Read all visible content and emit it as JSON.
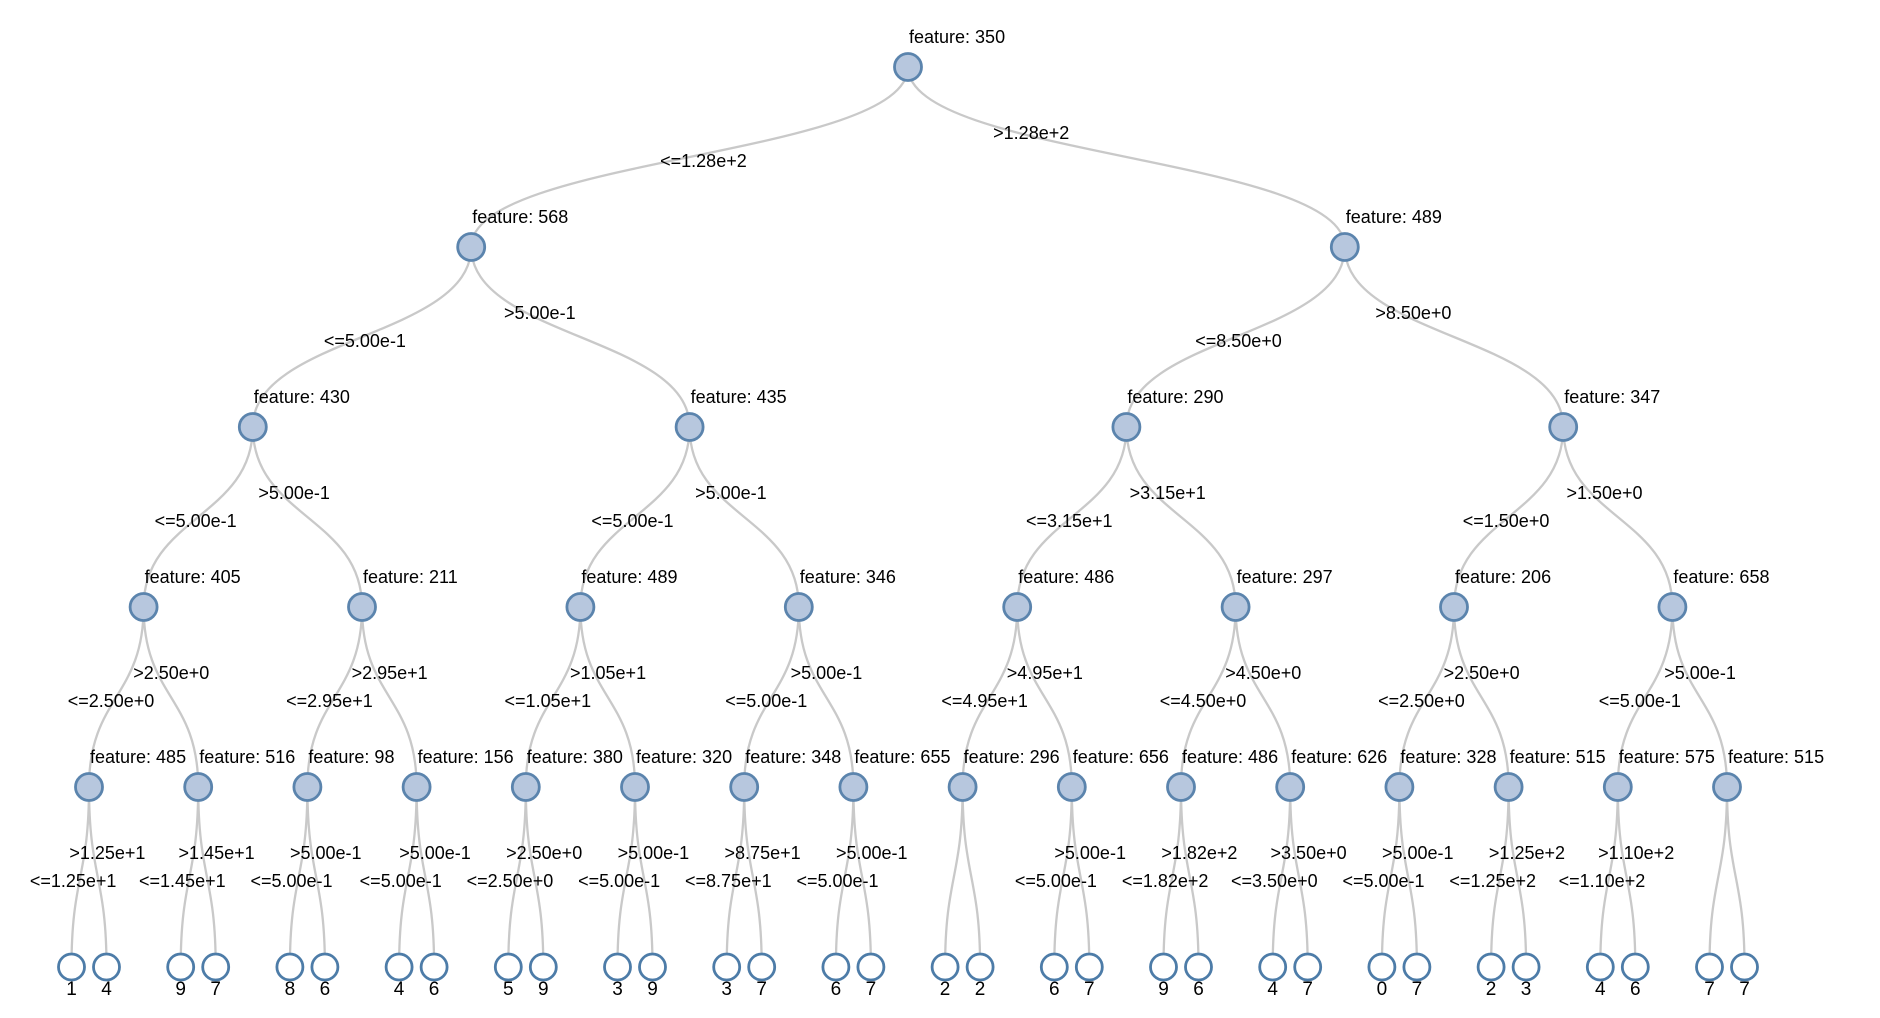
{
  "diagram": {
    "type": "decision-tree",
    "background": "#ffffff",
    "colors": {
      "internal_node_fill": "#b7c7de",
      "internal_node_stroke": "#5b84ad",
      "leaf_node_fill": "#ffffff",
      "leaf_node_stroke": "#4d7ca8",
      "edge": "#c9c9c9",
      "text": "#000000"
    },
    "tree": {
      "label": "feature: 350",
      "left_edge": "<=1.28e+2",
      "right_edge": ">1.28e+2",
      "children": [
        {
          "label": "feature: 568",
          "left_edge": "<=5.00e-1",
          "right_edge": ">5.00e-1",
          "children": [
            {
              "label": "feature: 430",
              "left_edge": "<=5.00e-1",
              "right_edge": ">5.00e-1",
              "children": [
                {
                  "label": "feature: 405",
                  "left_edge": "<=2.50e+0",
                  "right_edge": ">2.50e+0",
                  "children": [
                    {
                      "label": "feature: 485",
                      "left_edge": "<=1.25e+1",
                      "right_edge": ">1.25e+1",
                      "children": [
                        {
                          "value": "1"
                        },
                        {
                          "value": "4"
                        }
                      ]
                    },
                    {
                      "label": "feature: 516",
                      "left_edge": "<=1.45e+1",
                      "right_edge": ">1.45e+1",
                      "children": [
                        {
                          "value": "9"
                        },
                        {
                          "value": "7"
                        }
                      ]
                    }
                  ]
                },
                {
                  "label": "feature: 211",
                  "left_edge": "<=2.95e+1",
                  "right_edge": ">2.95e+1",
                  "children": [
                    {
                      "label": "feature: 98",
                      "left_edge": "<=5.00e-1",
                      "right_edge": ">5.00e-1",
                      "children": [
                        {
                          "value": "8"
                        },
                        {
                          "value": "6"
                        }
                      ]
                    },
                    {
                      "label": "feature: 156",
                      "left_edge": "<=5.00e-1",
                      "right_edge": ">5.00e-1",
                      "children": [
                        {
                          "value": "4"
                        },
                        {
                          "value": "6"
                        }
                      ]
                    }
                  ]
                }
              ]
            },
            {
              "label": "feature: 435",
              "left_edge": "<=5.00e-1",
              "right_edge": ">5.00e-1",
              "children": [
                {
                  "label": "feature: 489",
                  "left_edge": "<=1.05e+1",
                  "right_edge": ">1.05e+1",
                  "children": [
                    {
                      "label": "feature: 380",
                      "left_edge": "<=2.50e+0",
                      "right_edge": ">2.50e+0",
                      "children": [
                        {
                          "value": "5"
                        },
                        {
                          "value": "9"
                        }
                      ]
                    },
                    {
                      "label": "feature: 320",
                      "left_edge": "<=5.00e-1",
                      "right_edge": ">5.00e-1",
                      "children": [
                        {
                          "value": "3"
                        },
                        {
                          "value": "9"
                        }
                      ]
                    }
                  ]
                },
                {
                  "label": "feature: 346",
                  "left_edge": "<=5.00e-1",
                  "right_edge": ">5.00e-1",
                  "children": [
                    {
                      "label": "feature: 348",
                      "left_edge": "<=8.75e+1",
                      "right_edge": ">8.75e+1",
                      "children": [
                        {
                          "value": "3"
                        },
                        {
                          "value": "7"
                        }
                      ]
                    },
                    {
                      "label": "feature: 655",
                      "left_edge": "<=5.00e-1",
                      "right_edge": ">5.00e-1",
                      "children": [
                        {
                          "value": "6"
                        },
                        {
                          "value": "7"
                        }
                      ]
                    }
                  ]
                }
              ]
            }
          ]
        },
        {
          "label": "feature: 489",
          "left_edge": "<=8.50e+0",
          "right_edge": ">8.50e+0",
          "children": [
            {
              "label": "feature: 290",
              "left_edge": "<=3.15e+1",
              "right_edge": ">3.15e+1",
              "children": [
                {
                  "label": "feature: 486",
                  "left_edge": "<=4.95e+1",
                  "right_edge": ">4.95e+1",
                  "children": [
                    {
                      "label": "feature: 296",
                      "left_edge": "",
                      "right_edge": "",
                      "children": [
                        {
                          "value": "2"
                        },
                        {
                          "value": "2"
                        }
                      ]
                    },
                    {
                      "label": "feature: 656",
                      "left_edge": "<=5.00e-1",
                      "right_edge": ">5.00e-1",
                      "children": [
                        {
                          "value": "6"
                        },
                        {
                          "value": "7"
                        }
                      ]
                    }
                  ]
                },
                {
                  "label": "feature: 297",
                  "left_edge": "<=4.50e+0",
                  "right_edge": ">4.50e+0",
                  "children": [
                    {
                      "label": "feature: 486",
                      "left_edge": "<=1.82e+2",
                      "right_edge": ">1.82e+2",
                      "children": [
                        {
                          "value": "9"
                        },
                        {
                          "value": "6"
                        }
                      ]
                    },
                    {
                      "label": "feature: 626",
                      "left_edge": "<=3.50e+0",
                      "right_edge": ">3.50e+0",
                      "children": [
                        {
                          "value": "4"
                        },
                        {
                          "value": "7"
                        }
                      ]
                    }
                  ]
                }
              ]
            },
            {
              "label": "feature: 347",
              "left_edge": "<=1.50e+0",
              "right_edge": ">1.50e+0",
              "children": [
                {
                  "label": "feature: 206",
                  "left_edge": "<=2.50e+0",
                  "right_edge": ">2.50e+0",
                  "children": [
                    {
                      "label": "feature: 328",
                      "left_edge": "<=5.00e-1",
                      "right_edge": ">5.00e-1",
                      "children": [
                        {
                          "value": "0"
                        },
                        {
                          "value": "7"
                        }
                      ]
                    },
                    {
                      "label": "feature: 515",
                      "left_edge": "<=1.25e+2",
                      "right_edge": ">1.25e+2",
                      "children": [
                        {
                          "value": "2"
                        },
                        {
                          "value": "3"
                        }
                      ]
                    }
                  ]
                },
                {
                  "label": "feature: 658",
                  "left_edge": "<=5.00e-1",
                  "right_edge": ">5.00e-1",
                  "children": [
                    {
                      "label": "feature: 575",
                      "left_edge": "<=1.10e+2",
                      "right_edge": ">1.10e+2",
                      "children": [
                        {
                          "value": "4"
                        },
                        {
                          "value": "6"
                        }
                      ]
                    },
                    {
                      "label": "feature: 515",
                      "left_edge": "",
                      "right_edge": "",
                      "children": [
                        {
                          "value": "7"
                        },
                        {
                          "value": "7"
                        }
                      ]
                    }
                  ]
                }
              ]
            }
          ]
        }
      ]
    }
  }
}
